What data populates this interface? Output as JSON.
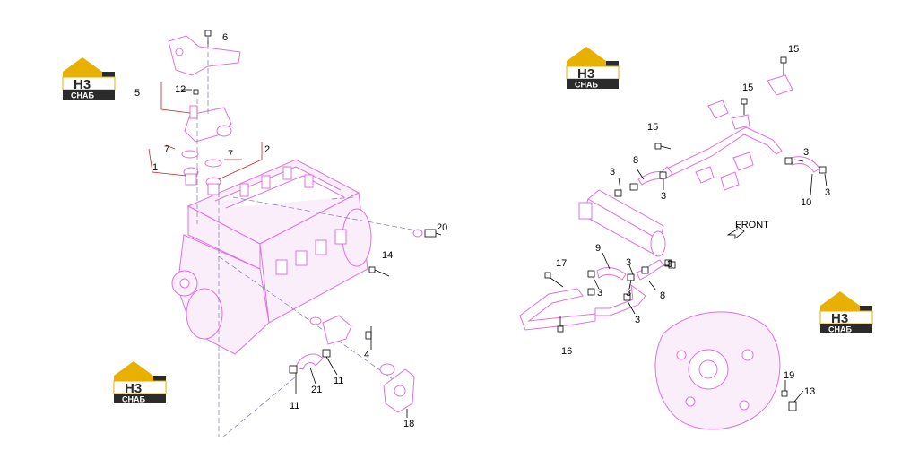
{
  "logo": {
    "letters": "H3",
    "caption": "СНАБ",
    "accent_color": "#e8b000",
    "dark_color": "#2b2b2b"
  },
  "front_label": "FRONT",
  "part_numbers": {
    "p1": "1",
    "p2": "2",
    "p3": "3",
    "p4": "4",
    "p5": "5",
    "p6": "6",
    "p7": "7",
    "p8": "8",
    "p9": "9",
    "p10": "10",
    "p11": "11",
    "p12": "12",
    "p13": "13",
    "p14": "14",
    "p15": "15",
    "p16": "16",
    "p17": "17",
    "p18": "18",
    "p19": "19",
    "p20": "20",
    "p21": "21"
  },
  "colors": {
    "part_outline": "#e070e0",
    "part_fill": "#fbeefb",
    "leader": "#000000",
    "bracket_line": "#cc2222"
  }
}
